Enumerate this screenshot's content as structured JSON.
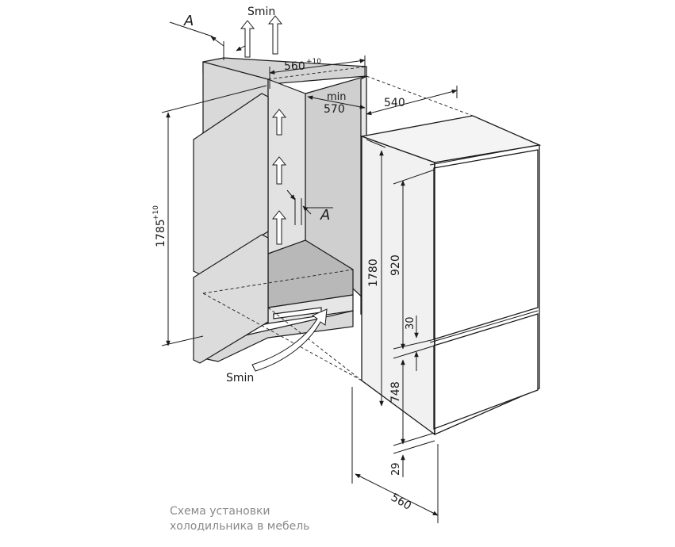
{
  "labels": {
    "s_min_top": "Smin",
    "s_min_bottom": "Smin",
    "a_top": "A",
    "a_middle": "A",
    "niche_width": "560",
    "niche_width_tol": "+10",
    "niche_depth_min": "min",
    "niche_depth_value": "570",
    "appliance_depth": "540",
    "niche_height": "1785",
    "niche_height_tol": "+10",
    "appliance_height": "1780",
    "upper_door_height": "920",
    "gap_height": "30",
    "lower_door_height": "748",
    "bottom_offset": "29",
    "appliance_width": "560"
  },
  "caption": {
    "line1": "Схема установки",
    "line2": "холодильника в мебель"
  },
  "colors": {
    "line": "#1a1a1a",
    "panel_fill": "#d9d9d9",
    "floor_fill": "#b8b8b8",
    "back_fill": "#cfcfcf",
    "caption": "#8a8a8a"
  }
}
